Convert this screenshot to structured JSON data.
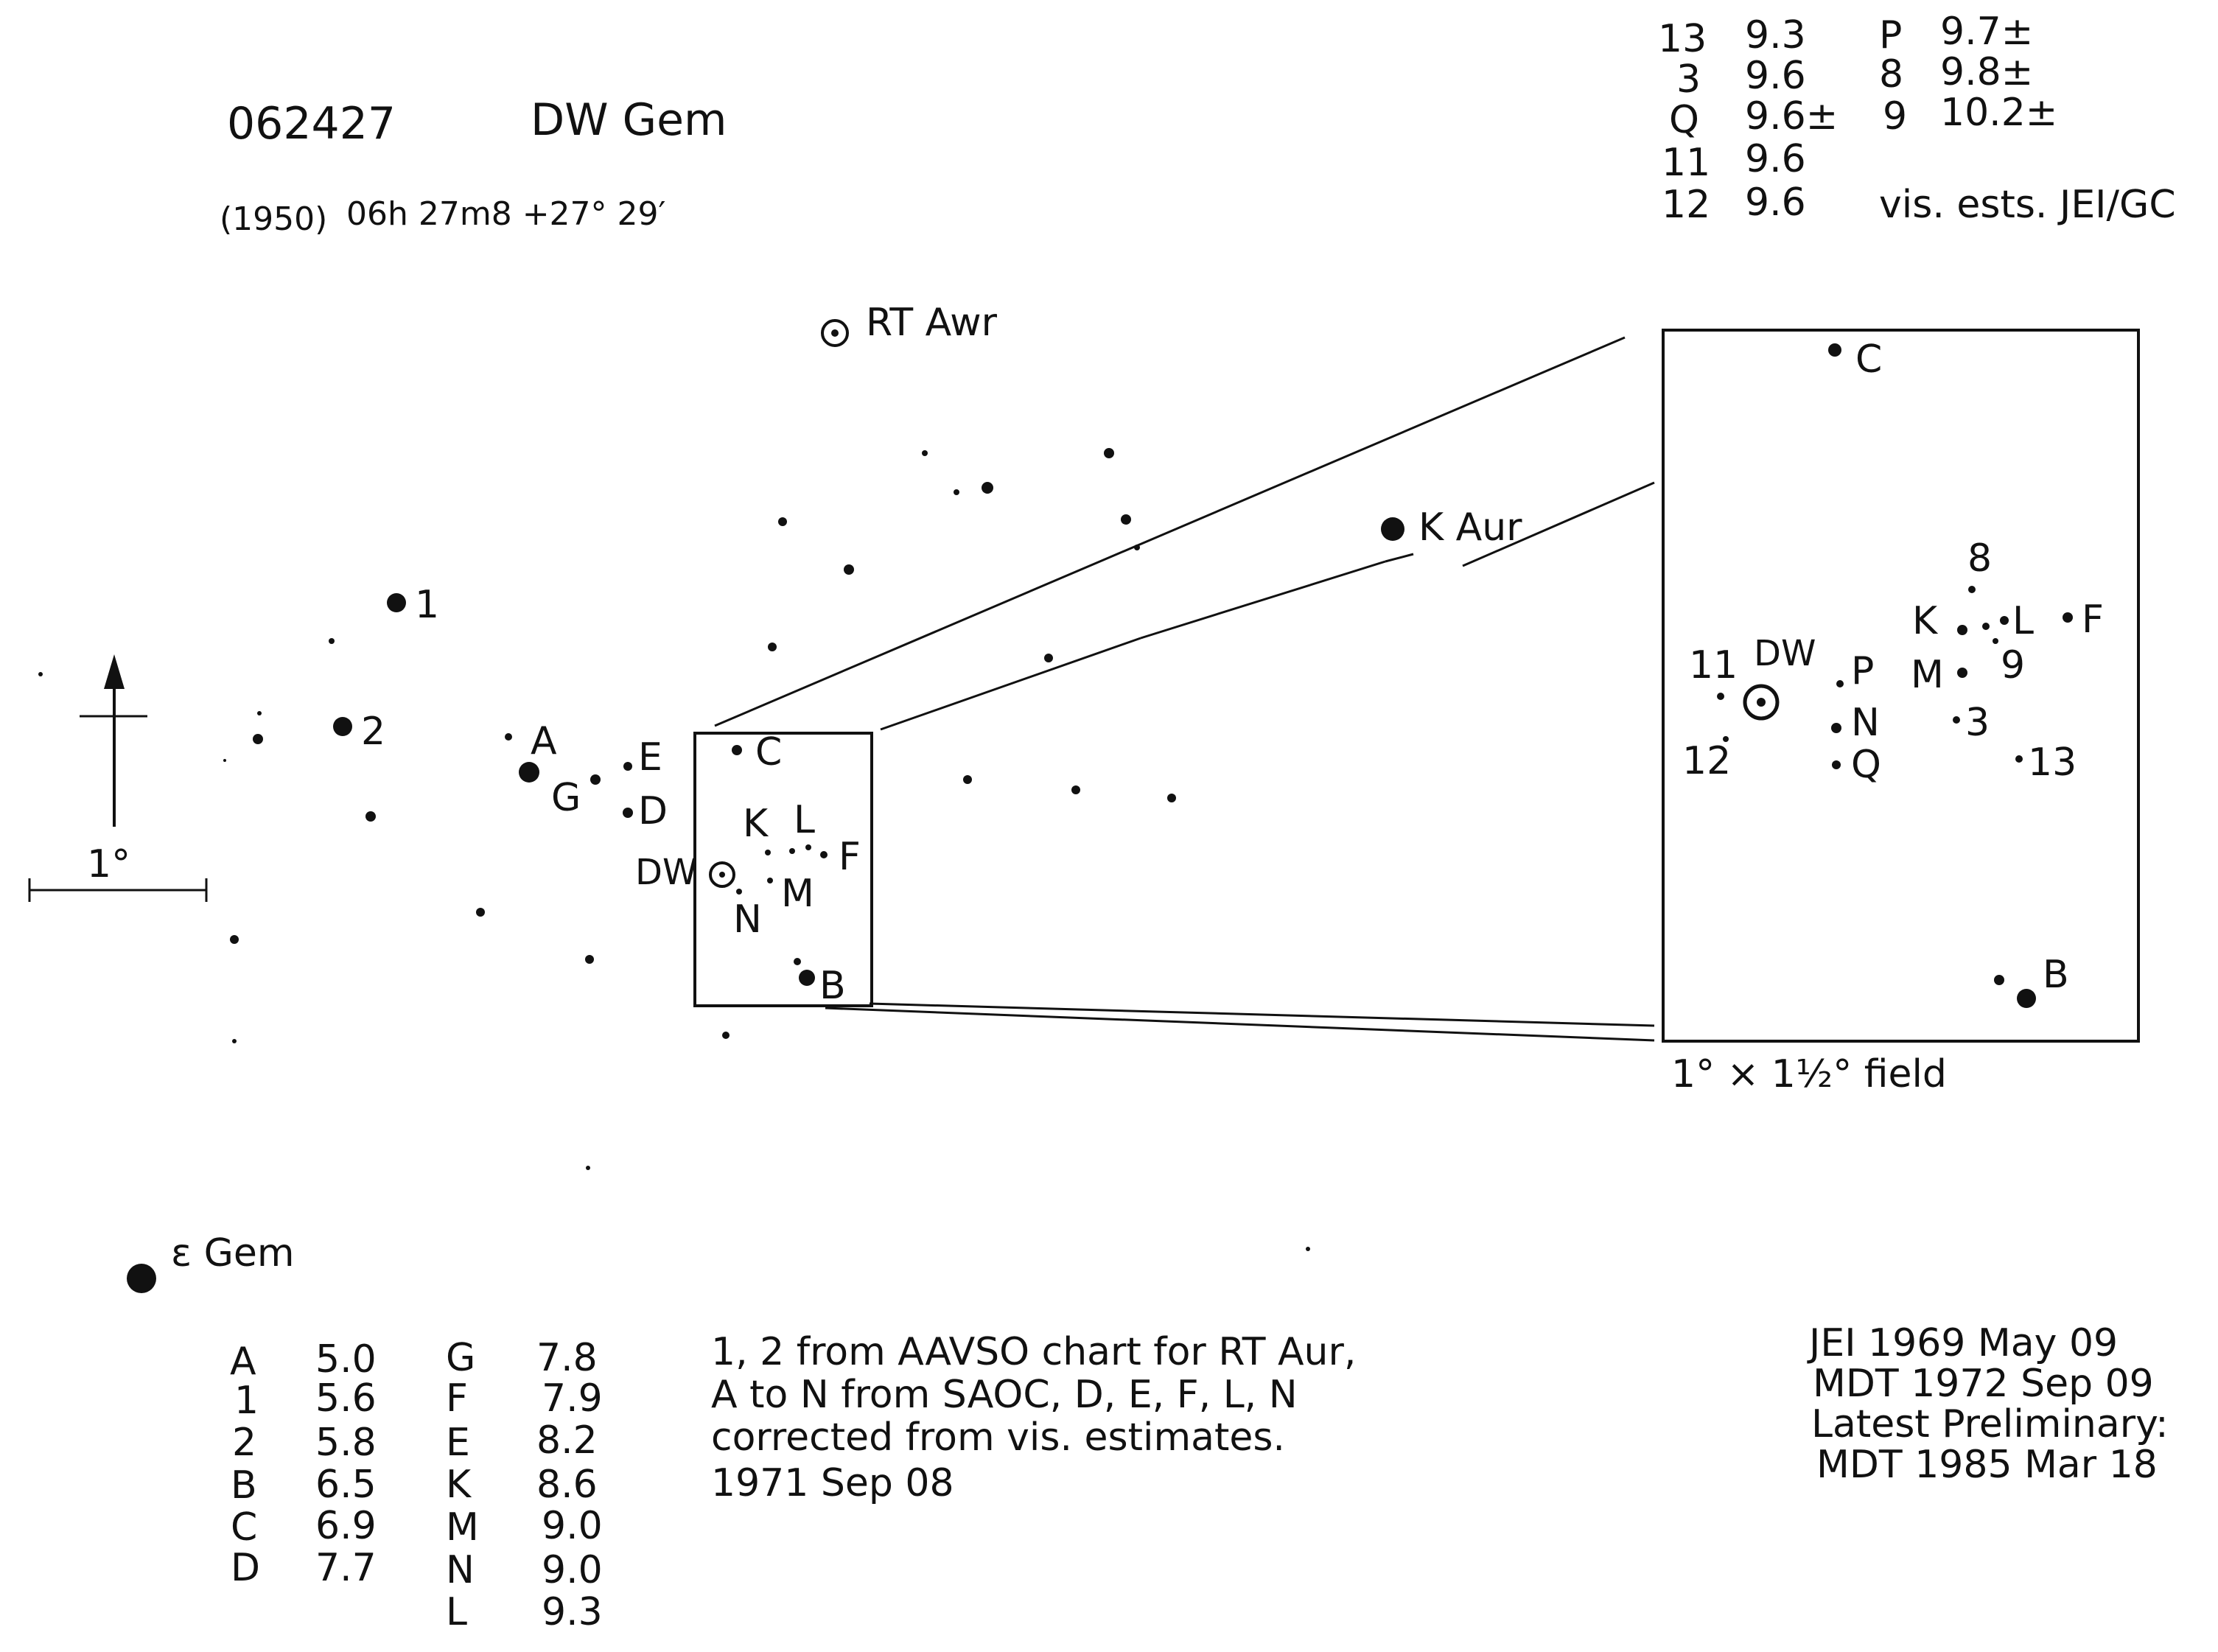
{
  "header": {
    "chart_id": "062427",
    "star_name": "DW Gem",
    "epoch": "(1950)",
    "coords": "06h 27m8  +27° 29′"
  },
  "scale_label": "1°",
  "field_label": "1° × 1½° field",
  "main_labels": {
    "rt_aur": "RT Awr",
    "k_aur": "K Aur",
    "eps_gem": "ε Gem",
    "dw": "DW",
    "s1": "1",
    "s2": "2",
    "A": "A",
    "E": "E",
    "G": "G",
    "D": "D",
    "C": "C",
    "K": "K",
    "L": "L",
    "F": "F",
    "M": "M",
    "N": "N",
    "B": "B"
  },
  "inset_labels": {
    "C": "C",
    "B": "B",
    "8": "8",
    "K": "K",
    "L": "L",
    "F": "F",
    "M": "M",
    "9": "9",
    "11": "11",
    "DW": "DW",
    "P": "P",
    "N": "N",
    "3": "3",
    "12": "12",
    "Q": "Q",
    "13": "13"
  },
  "faint_sequence": [
    [
      "13",
      "9.3",
      "P",
      "9.7±"
    ],
    [
      "3",
      "9.6",
      "8",
      "9.8±"
    ],
    [
      "Q",
      "9.6±",
      "9",
      "10.2±"
    ],
    [
      "11",
      "9.6",
      "",
      ""
    ],
    [
      "12",
      "9.6",
      "vis. ests. JEI/GC",
      ""
    ]
  ],
  "bright_sequence": [
    [
      "A",
      "5.0",
      "G",
      "7.8"
    ],
    [
      "1",
      "5.6",
      "F",
      "7.9"
    ],
    [
      "2",
      "5.8",
      "E",
      "8.2"
    ],
    [
      "B",
      "6.5",
      "K",
      "8.6"
    ],
    [
      "C",
      "6.9",
      "M",
      "9.0"
    ],
    [
      "D",
      "7.7",
      "N",
      "9.0"
    ],
    [
      "",
      "",
      "L",
      "9.3"
    ]
  ],
  "notes": [
    "1, 2 from AAVSO chart for RT Aur,",
    "A to N from SAOC, D, E, F, L, N",
    "corrected from vis. estimates.",
    "1971 Sep 08"
  ],
  "credits": [
    "JEI 1969 May 09",
    "MDT 1972 Sep 09",
    "Latest Preliminary:",
    "MDT 1985 Mar 18"
  ],
  "colors": {
    "ink": "#111111",
    "paper": "#ffffff"
  }
}
